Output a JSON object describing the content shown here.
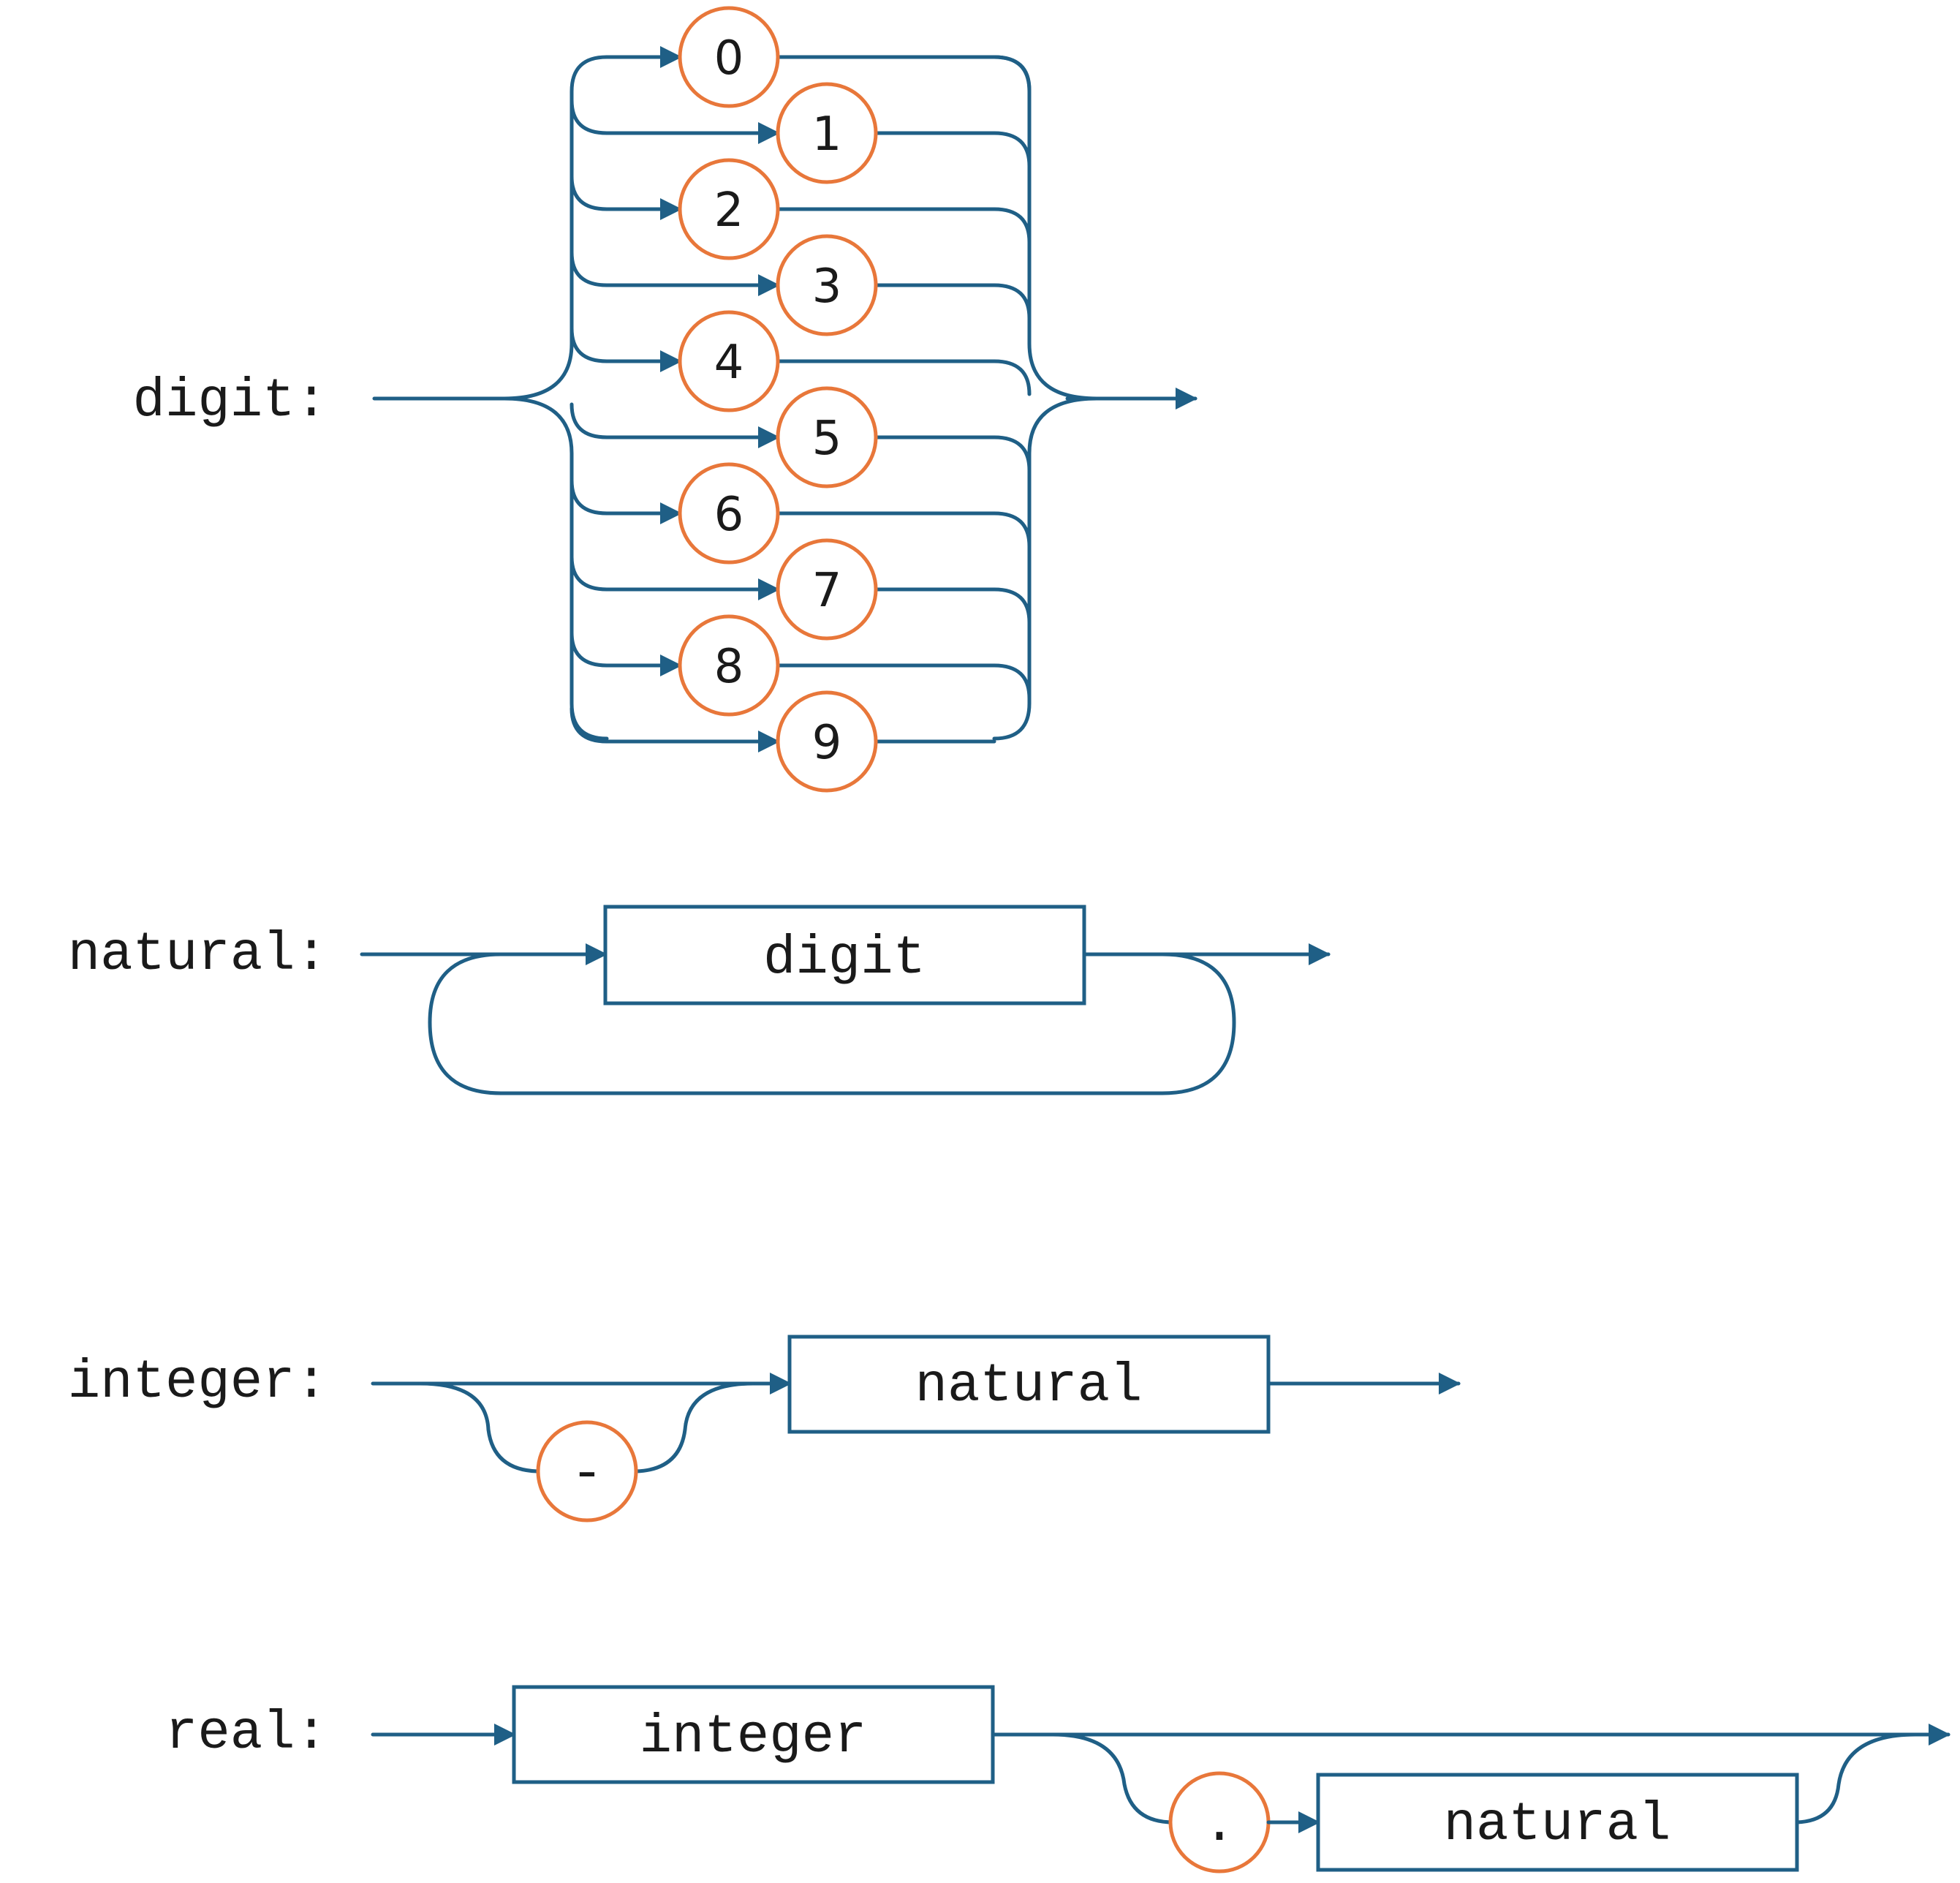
{
  "colors": {
    "line": "#1f5f86",
    "terminal_outline": "#e8773a",
    "text": "#1a1a1a"
  },
  "rules": {
    "digit": {
      "label": "digit:",
      "terminals": [
        "0",
        "1",
        "2",
        "3",
        "4",
        "5",
        "6",
        "7",
        "8",
        "9"
      ]
    },
    "natural": {
      "label": "natural:",
      "nonterminal": "digit"
    },
    "integer": {
      "label": "integer:",
      "optional_terminal": "-",
      "nonterminal": "natural"
    },
    "real": {
      "label": "real:",
      "nonterminal": "integer",
      "optional_terminal": ".",
      "optional_nonterminal": "natural"
    }
  }
}
